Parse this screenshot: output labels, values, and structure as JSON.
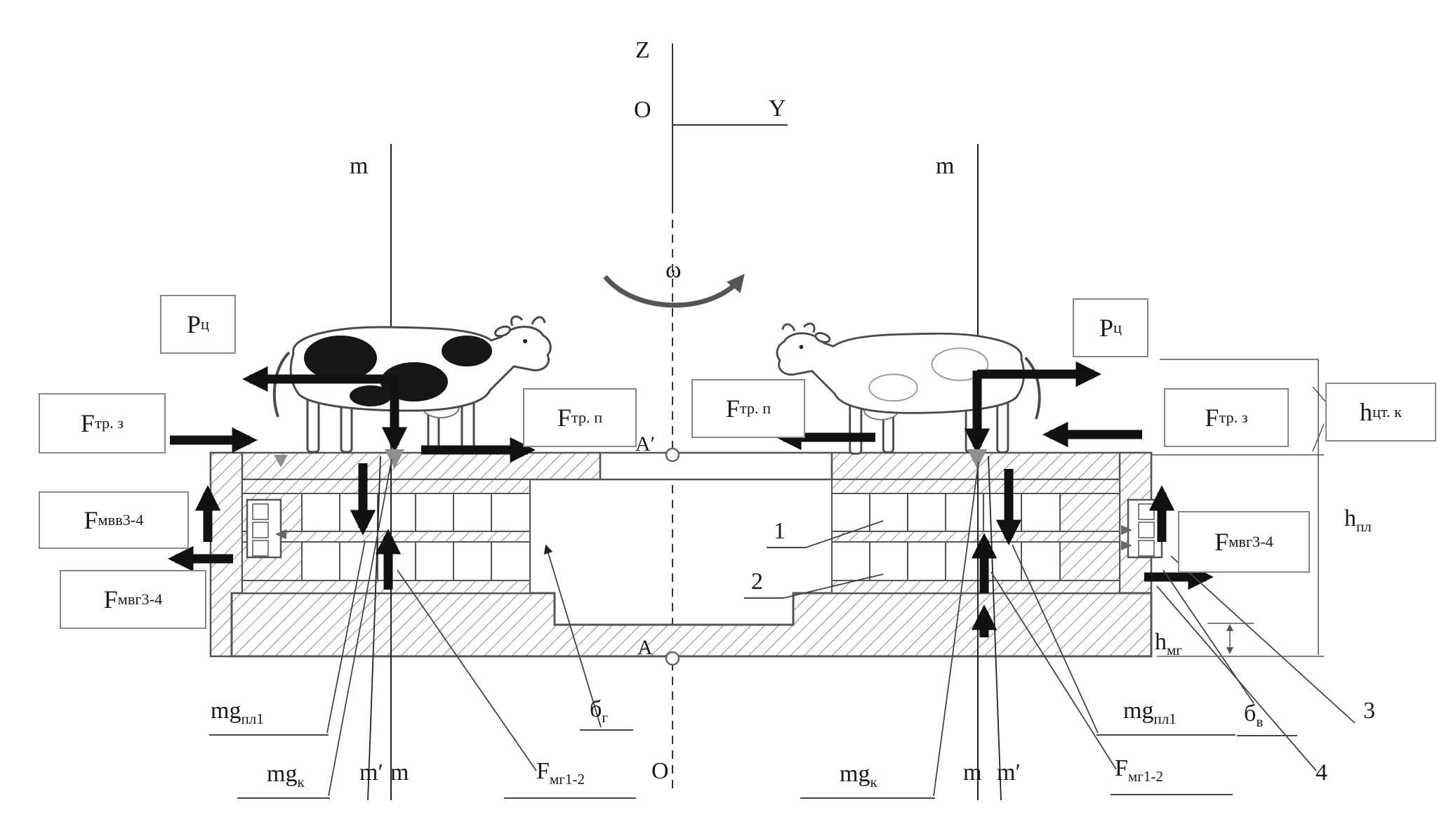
{
  "colors": {
    "ink": "#333333",
    "line_gray": "#555555",
    "hatch_gray": "#8a8a8a",
    "arrow_black": "#111111"
  },
  "figures": {
    "left_cow": "holstein-cow-facing-right",
    "right_cow": "cow-facing-left"
  },
  "labels": {
    "z_axis": {
      "base": "Z"
    },
    "origin_top": {
      "base": "O"
    },
    "y_axis": {
      "base": "Y"
    },
    "omega": {
      "base": "ω"
    },
    "a_prime": {
      "base": "A′"
    },
    "a_point": {
      "base": "A"
    },
    "origin_bottom": {
      "base": "O"
    },
    "m_axis_left": {
      "base": "m"
    },
    "m_axis_right": {
      "base": "m"
    },
    "p_c_left": {
      "base": "P",
      "sub": "ц"
    },
    "p_c_right": {
      "base": "P",
      "sub": "ц"
    },
    "f_tr_z_left": {
      "base": "F",
      "sub": "тр. з"
    },
    "f_tr_p_left": {
      "base": "F",
      "sub": "тр. п"
    },
    "f_tr_p_right": {
      "base": "F",
      "sub": "тр. п"
    },
    "f_tr_z_right": {
      "base": "F",
      "sub": "тр. з"
    },
    "h_ct_k": {
      "base": "h",
      "sub": "цт. к"
    },
    "f_mvv34_left": {
      "base": "F",
      "sub": "мвв3-4"
    },
    "f_mvg34_left": {
      "base": "F",
      "sub": "мвг3-4"
    },
    "f_mvg34_right": {
      "base": "F",
      "sub": "мвг3-4"
    },
    "h_pl": {
      "base": "h",
      "sub": "пл"
    },
    "h_mg": {
      "base": "h",
      "sub": "мг"
    },
    "part_1": {
      "base": "1"
    },
    "part_2": {
      "base": "2"
    },
    "part_3": {
      "base": "3"
    },
    "part_4": {
      "base": "4"
    },
    "b_g": {
      "base": "б",
      "sub": "г"
    },
    "b_v": {
      "base": "б",
      "sub": "в"
    },
    "mg_pl1_left": {
      "base": "mg",
      "sub": "пл1"
    },
    "mg_pl1_right": {
      "base": "mg",
      "sub": "пл1"
    },
    "mg_k_left": {
      "base": "mg",
      "sub": "к"
    },
    "mg_k_right": {
      "base": "mg",
      "sub": "к"
    },
    "m_prime_left": {
      "base": "m′"
    },
    "m_bottom_left": {
      "base": "m"
    },
    "m_bottom_right": {
      "base": "m"
    },
    "m_prime_right": {
      "base": "m′"
    },
    "f_mg12_left": {
      "base": "F",
      "sub": "мг1-2"
    },
    "f_mg12_right": {
      "base": "F",
      "sub": "мг1-2"
    }
  }
}
